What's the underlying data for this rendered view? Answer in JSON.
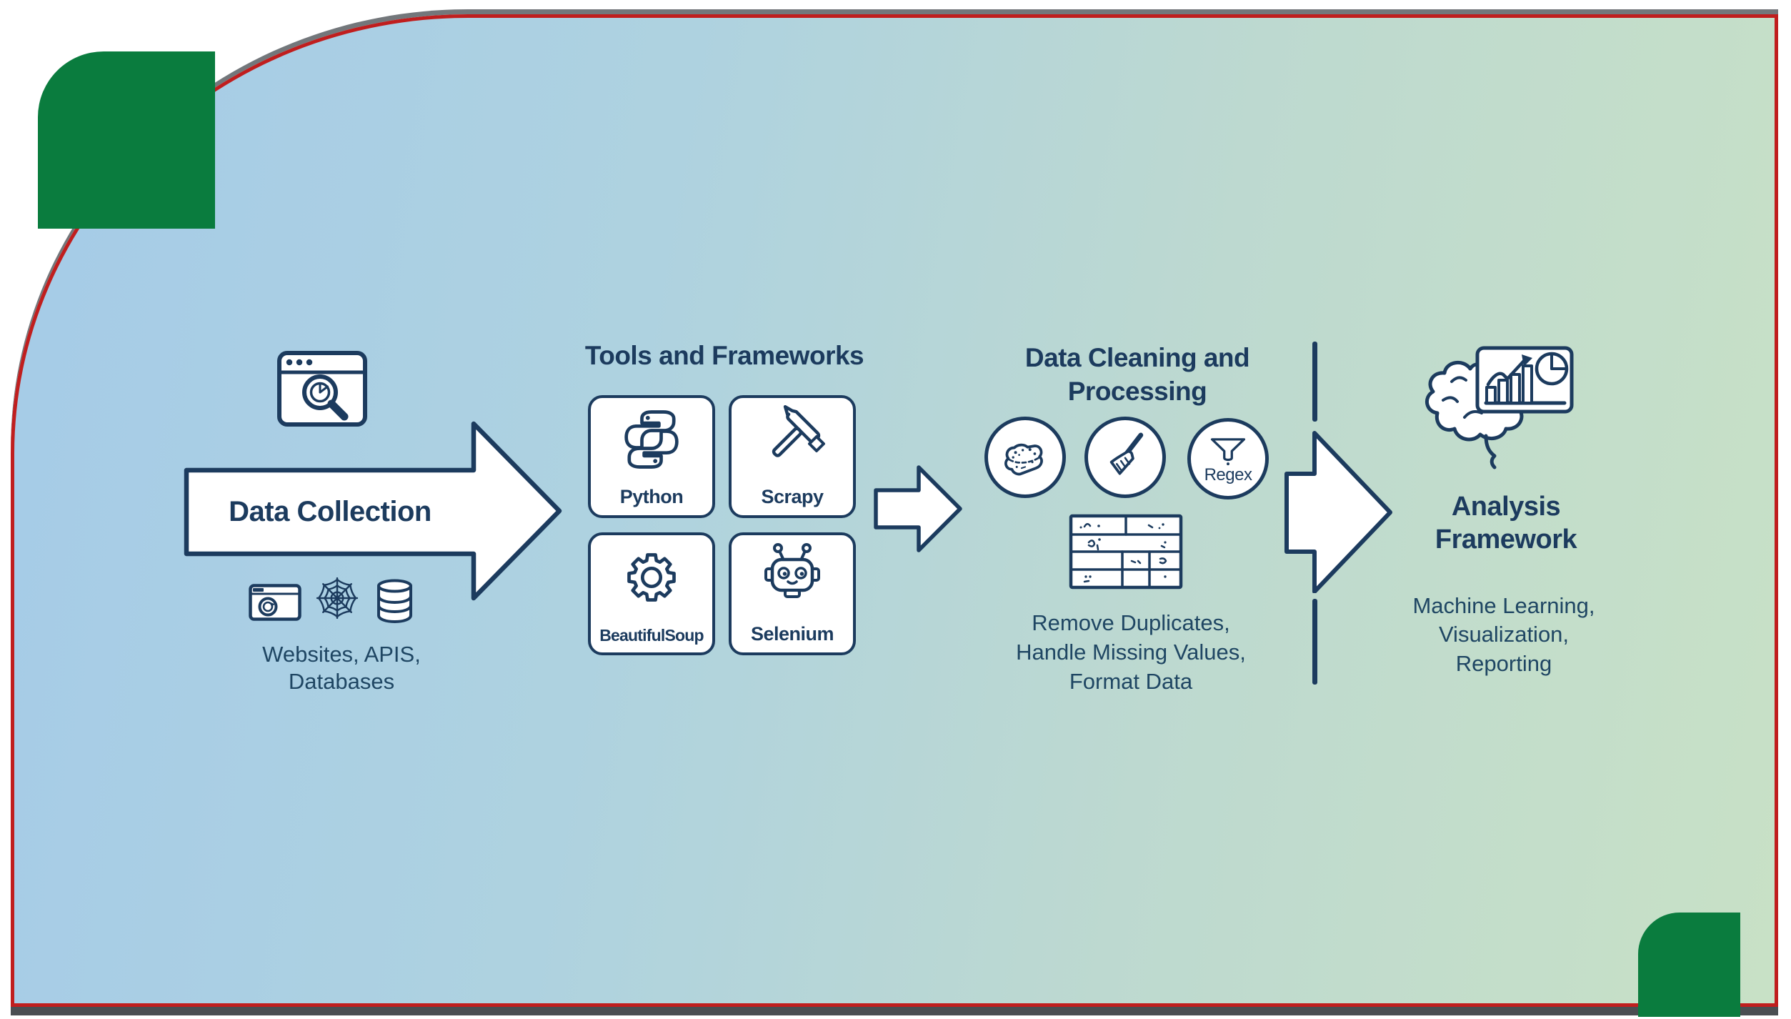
{
  "colors": {
    "ink": "#1c3b5e",
    "frame_red": "#c01e1e",
    "accent_green": "#0a7c3e",
    "bg_left": "#a5cbe8",
    "bg_right": "#c8e1c6"
  },
  "collection": {
    "arrow_label": "Data Collection",
    "sources": [
      "Websites, APIS,",
      "Databases"
    ],
    "icons": [
      "browser-search-icon",
      "website-icon",
      "spider-web-icon",
      "database-icon"
    ]
  },
  "tools": {
    "title": "Tools and Frameworks",
    "cards": [
      {
        "label": "Python",
        "icon": "python-icon"
      },
      {
        "label": "Scrapy",
        "icon": "hammer-icon"
      },
      {
        "label": "BeautifulSoup",
        "icon": "gear-icon"
      },
      {
        "label": "Selenium",
        "icon": "robot-icon"
      }
    ]
  },
  "cleaning": {
    "title": [
      "Data Cleaning and",
      "Processing"
    ],
    "badges": [
      "sponge-icon",
      "broom-icon",
      "funnel-icon"
    ],
    "funnel_label": "Regex",
    "caption": [
      "Remove Duplicates,",
      "Handle Missing Values,",
      "Format Data"
    ]
  },
  "analysis": {
    "title": [
      "Analysis",
      "Framework"
    ],
    "caption": [
      "Machine Learning,",
      "Visualization,",
      "Reporting"
    ]
  }
}
